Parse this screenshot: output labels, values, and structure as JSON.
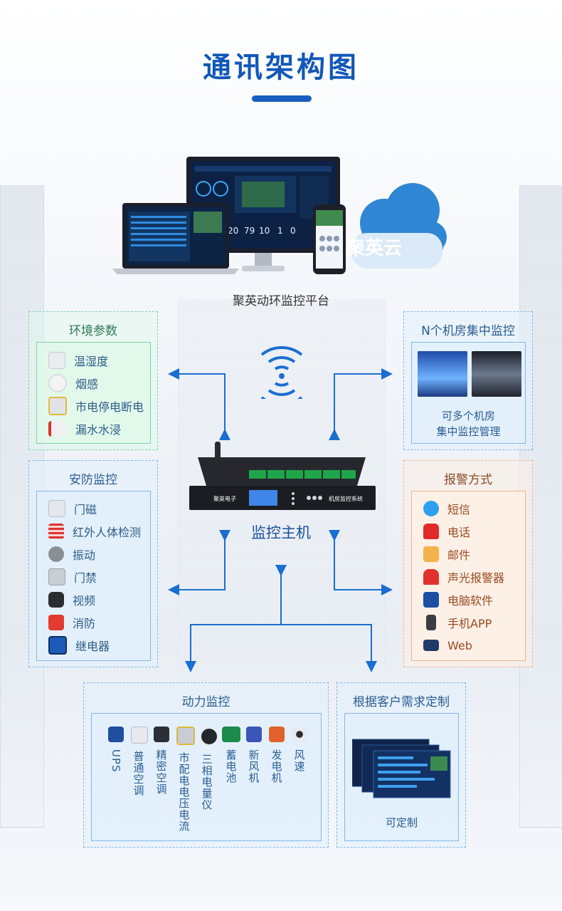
{
  "title": "通讯架构图",
  "platform": {
    "label": "聚英动环监控平台",
    "cloud_text": "聚英云"
  },
  "monitor_screen": {
    "values": [
      "20",
      "79",
      "10",
      "1",
      "0"
    ]
  },
  "host": {
    "label": "监控主机",
    "brand": "聚英电子",
    "panel_text": "机房监控系统"
  },
  "env": {
    "title": "环境参数",
    "items": [
      {
        "label": "温湿度",
        "icon": "thermo-hygrometer-icon"
      },
      {
        "label": "烟感",
        "icon": "smoke-detector-icon"
      },
      {
        "label": "市电停电断电",
        "icon": "power-outage-icon"
      },
      {
        "label": "漏水水浸",
        "icon": "water-leak-icon"
      }
    ]
  },
  "rooms": {
    "title": "N个机房集中监控",
    "caption_line1": "可多个机房",
    "caption_line2": "集中监控管理"
  },
  "security": {
    "title": "安防监控",
    "items": [
      {
        "label": "门磁",
        "icon": "door-magnet-icon"
      },
      {
        "label": "红外人体检测",
        "icon": "infrared-detector-icon"
      },
      {
        "label": "振动",
        "icon": "vibration-sensor-icon"
      },
      {
        "label": "门禁",
        "icon": "access-gate-icon"
      },
      {
        "label": "视频",
        "icon": "camera-icon"
      },
      {
        "label": "消防",
        "icon": "fire-alarm-icon"
      },
      {
        "label": "继电器",
        "icon": "relay-icon"
      }
    ]
  },
  "alarm": {
    "title": "报警方式",
    "items": [
      {
        "label": "短信",
        "icon": "sms-icon"
      },
      {
        "label": "电话",
        "icon": "phone-icon"
      },
      {
        "label": "邮件",
        "icon": "mail-icon"
      },
      {
        "label": "声光报警器",
        "icon": "siren-icon"
      },
      {
        "label": "电脑软件",
        "icon": "pc-software-icon"
      },
      {
        "label": "手机APP",
        "icon": "mobile-app-icon"
      },
      {
        "label": "Web",
        "icon": "web-monitor-icon"
      }
    ]
  },
  "power": {
    "title": "动力监控",
    "items": [
      {
        "label": "UPS",
        "icon": "ups-icon"
      },
      {
        "label": "普通空调",
        "icon": "air-conditioner-icon"
      },
      {
        "label": "精密空调",
        "icon": "precision-ac-icon"
      },
      {
        "label": "市配电电压电流",
        "icon": "power-meter-icon"
      },
      {
        "label": "三相电量仪",
        "icon": "three-phase-meter-icon"
      },
      {
        "label": "蓄电池",
        "icon": "battery-icon"
      },
      {
        "label": "新风机",
        "icon": "fresh-air-icon"
      },
      {
        "label": "发电机",
        "icon": "generator-icon"
      },
      {
        "label": "风速",
        "icon": "anemometer-icon"
      }
    ]
  },
  "custom": {
    "title": "根据客户需求定制",
    "caption": "可定制"
  },
  "colors": {
    "accent": "#1158b8",
    "arrow": "#1a6ed0"
  }
}
